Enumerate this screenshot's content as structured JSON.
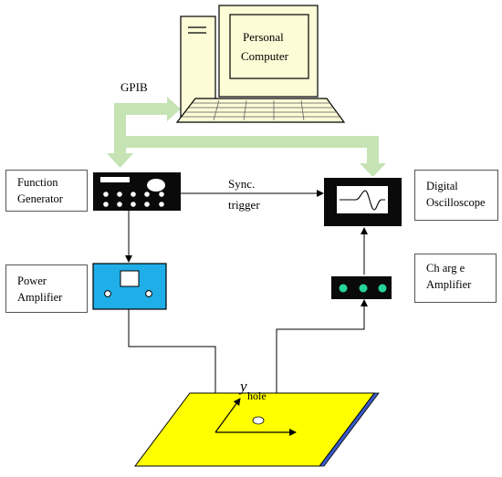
{
  "labels": {
    "personal_computer_line1": "Personal",
    "personal_computer_line2": "Computer",
    "gpib": "GPIB",
    "function_generator_line1": "Function",
    "function_generator_line2": "Generator",
    "sync_trigger_line1": "Sync.",
    "sync_trigger_line2": "trigger",
    "digital_oscilloscope_line1": "Digital",
    "digital_oscilloscope_line2": "Oscilloscope",
    "power_amplifier_line1": "Power",
    "power_amplifier_line2": "Amplifier",
    "charge_amplifier_line1": "Ch arg e",
    "charge_amplifier_line2": "Amplifier",
    "y_symbol": "y",
    "hole_subscript": "hole"
  },
  "colors": {
    "gpib_bus": "#c6e3b4",
    "instrument_body": "#0a0a0a",
    "power_amplifier": "#1faee8",
    "indicator_leds": "#27d598",
    "plate_top": "#ffff00",
    "plate_edge": "#3a5ac8",
    "computer_beige": "#fdfcd6"
  }
}
